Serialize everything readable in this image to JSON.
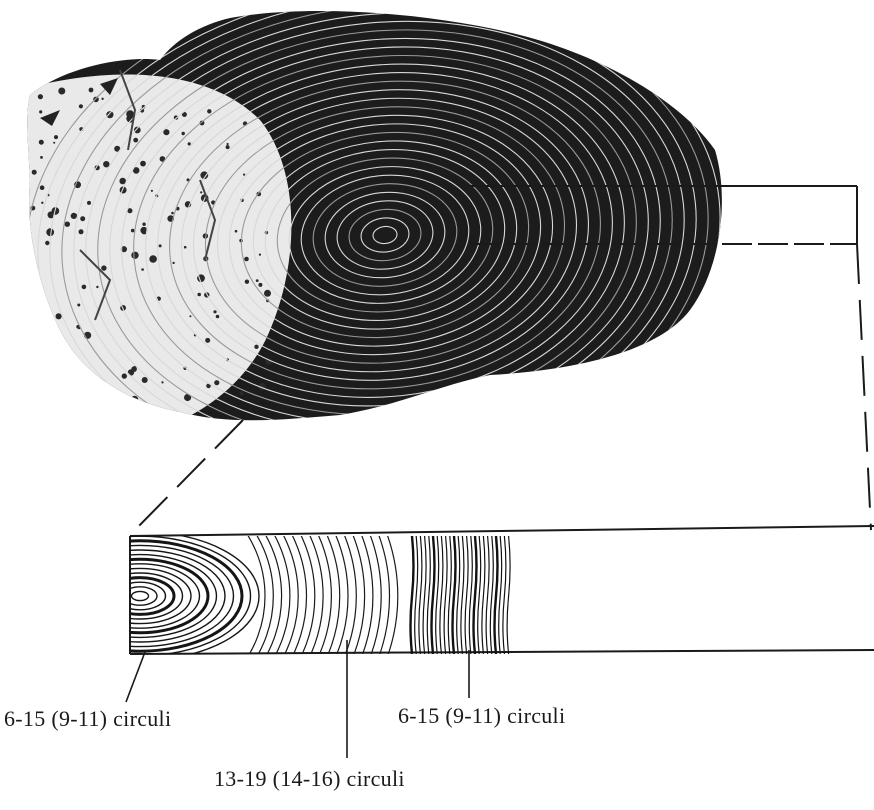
{
  "figure": {
    "labels": {
      "left": "6-15 (9-11) circuli",
      "right": "6-15 (9-11) circuli",
      "middle": "13-19 (14-16) circuli"
    }
  },
  "colors": {
    "ink": "#1a1a1a",
    "scale_dark": "#151515",
    "paper": "#ffffff"
  }
}
